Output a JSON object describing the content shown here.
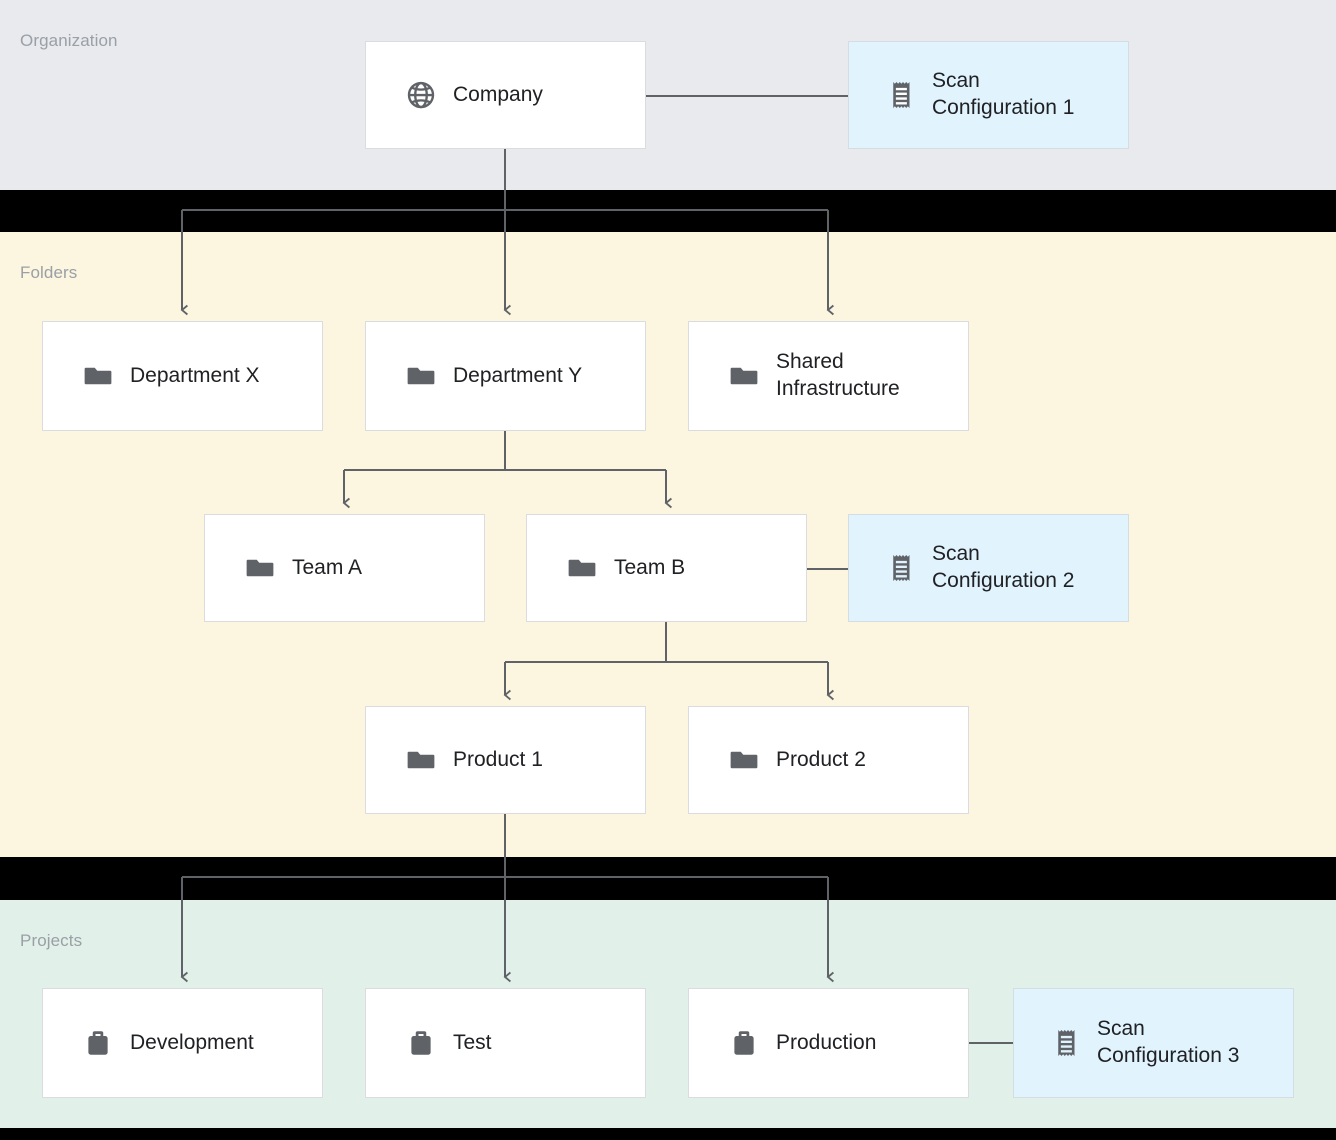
{
  "diagram": {
    "title": "Organization resource hierarchy with scan configurations",
    "colors": {
      "organization_band": "#e8eaed",
      "folders_band": "#fcf5e0",
      "projects_band": "#e1f0e8",
      "gap_band": "#000000",
      "node_fill": "#ffffff",
      "node_border": "#dadce0",
      "scan_node_fill": "#e1f3fd",
      "scan_node_border": "#d5dde2",
      "connector": "#5f6368",
      "section_label_text": "#9aa0a6",
      "node_label_text": "#202124",
      "icon": "#5f6368"
    }
  },
  "sections": [
    {
      "id": "organization",
      "label": "Organization"
    },
    {
      "id": "folders",
      "label": "Folders"
    },
    {
      "id": "projects",
      "label": "Projects"
    }
  ],
  "nodes": {
    "company": {
      "label": "Company",
      "icon": "globe-icon",
      "section": "organization"
    },
    "scan_config_1": {
      "label": "Scan\nConfiguration 1",
      "icon": "receipt-icon",
      "section": "organization"
    },
    "department_x": {
      "label": "Department X",
      "icon": "folder-icon",
      "section": "folders"
    },
    "department_y": {
      "label": "Department Y",
      "icon": "folder-icon",
      "section": "folders"
    },
    "shared_infra": {
      "label": "Shared\nInfrastructure",
      "icon": "folder-icon",
      "section": "folders"
    },
    "team_a": {
      "label": "Team A",
      "icon": "folder-icon",
      "section": "folders"
    },
    "team_b": {
      "label": "Team B",
      "icon": "folder-icon",
      "section": "folders"
    },
    "scan_config_2": {
      "label": "Scan\nConfiguration 2",
      "icon": "receipt-icon",
      "section": "folders"
    },
    "product_1": {
      "label": "Product 1",
      "icon": "folder-icon",
      "section": "folders"
    },
    "product_2": {
      "label": "Product 2",
      "icon": "folder-icon",
      "section": "folders"
    },
    "development": {
      "label": "Development",
      "icon": "briefcase-icon",
      "section": "projects"
    },
    "test": {
      "label": "Test",
      "icon": "briefcase-icon",
      "section": "projects"
    },
    "production": {
      "label": "Production",
      "icon": "briefcase-icon",
      "section": "projects"
    },
    "scan_config_3": {
      "label": "Scan\nConfiguration 3",
      "icon": "receipt-icon",
      "section": "projects"
    }
  },
  "edges": [
    {
      "from": "company",
      "to": "scan_config_1",
      "style": "plain"
    },
    {
      "from": "company",
      "to": "department_x",
      "style": "arrow"
    },
    {
      "from": "company",
      "to": "department_y",
      "style": "arrow"
    },
    {
      "from": "company",
      "to": "shared_infra",
      "style": "arrow"
    },
    {
      "from": "department_y",
      "to": "team_a",
      "style": "arrow"
    },
    {
      "from": "department_y",
      "to": "team_b",
      "style": "arrow"
    },
    {
      "from": "team_b",
      "to": "scan_config_2",
      "style": "plain"
    },
    {
      "from": "team_b",
      "to": "product_1",
      "style": "arrow"
    },
    {
      "from": "team_b",
      "to": "product_2",
      "style": "arrow"
    },
    {
      "from": "product_1",
      "to": "development",
      "style": "arrow"
    },
    {
      "from": "product_1",
      "to": "test",
      "style": "arrow"
    },
    {
      "from": "product_1",
      "to": "production",
      "style": "arrow"
    },
    {
      "from": "production",
      "to": "scan_config_3",
      "style": "plain"
    }
  ]
}
